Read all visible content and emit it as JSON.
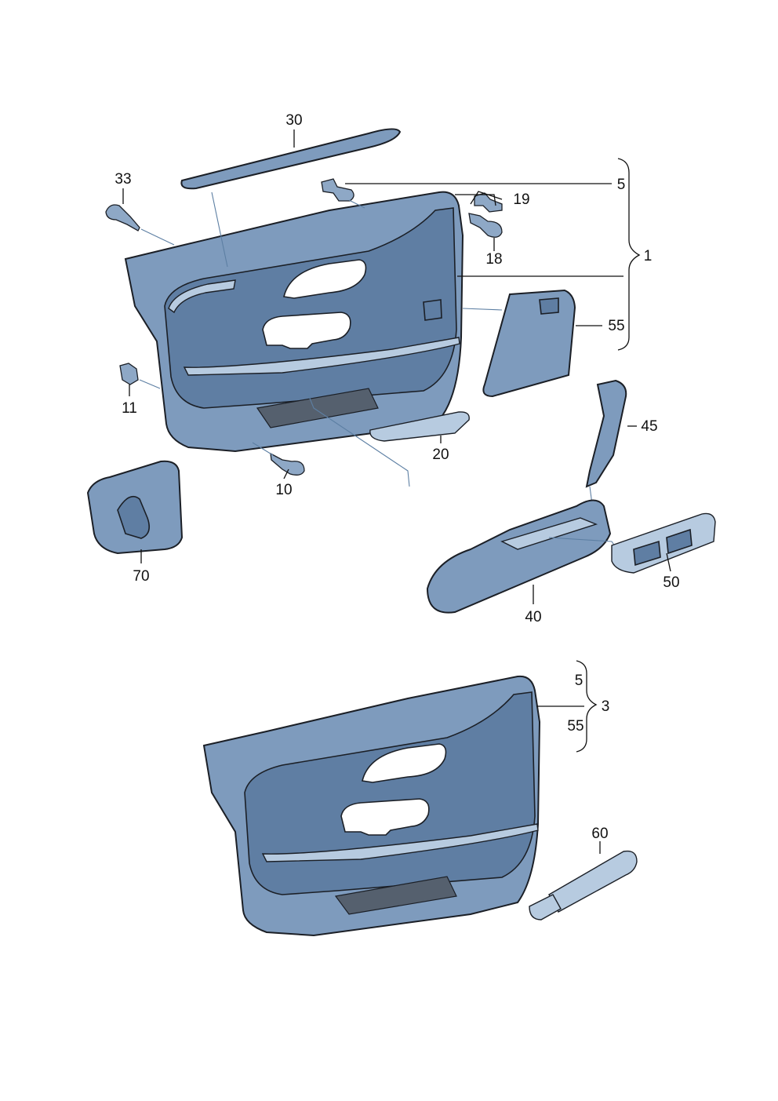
{
  "colors": {
    "panel": "#7e9bbd",
    "panel_dark": "#5f7ea3",
    "panel_light": "#b7cbe0",
    "carpet": "#55606e",
    "background": "#ffffff"
  },
  "labels": {
    "p30": "30",
    "p5a": "5",
    "p33": "33",
    "p19": "19",
    "p1": "1",
    "p18": "18",
    "p55a": "55",
    "p11": "11",
    "p45": "45",
    "p20": "20",
    "p10": "10",
    "p70": "70",
    "p50": "50",
    "p40": "40",
    "p5b": "5",
    "p3": "3",
    "p55b": "55",
    "p60": "60"
  }
}
